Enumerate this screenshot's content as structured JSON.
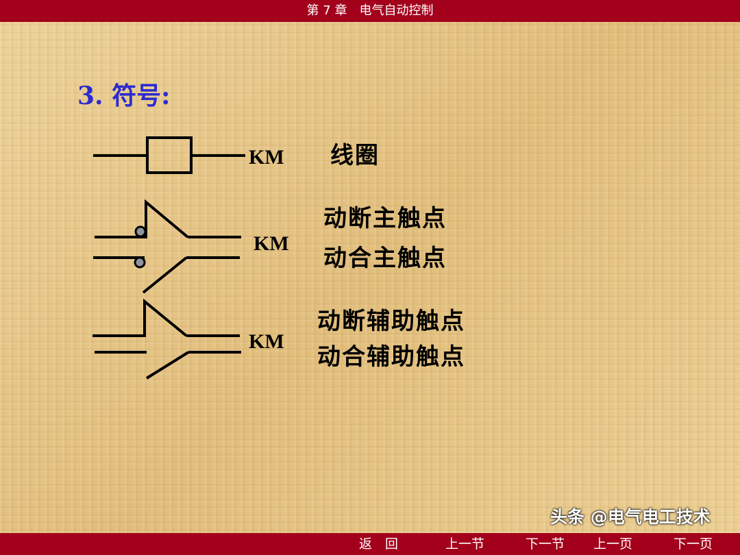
{
  "header": {
    "title": "第 7 章　电气自动控制"
  },
  "heading": "3. 符号:",
  "symbols": [
    {
      "tag": "KM",
      "labels": [
        "线圈"
      ]
    },
    {
      "tag": "KM",
      "labels": [
        "动断主触点",
        "动合主触点"
      ]
    },
    {
      "tag": "KM",
      "labels": [
        "动断辅助触点",
        "动合辅助触点"
      ]
    }
  ],
  "footer": {
    "back": "返　回",
    "prev_section": "上一节",
    "next_section": "下一节",
    "prev_page": "上一页",
    "next_page": "下一页"
  },
  "watermark": "头条 @电气电工技术",
  "colors": {
    "bar": "#a3001c",
    "heading": "#2b2bd0",
    "contact_dot": "#8f959c"
  }
}
